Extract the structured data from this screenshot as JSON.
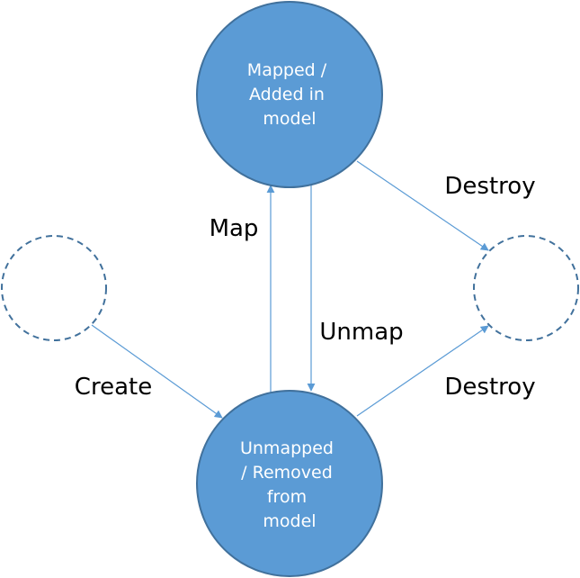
{
  "states": {
    "mapped": [
      "Mapped /",
      "Added in",
      "model"
    ],
    "unmapped": [
      "Unmapped",
      "/ Removed",
      "from",
      "model"
    ]
  },
  "edges": {
    "create": "Create",
    "map": "Map",
    "unmap": "Unmap",
    "destroy_from_mapped": "Destroy",
    "destroy_from_unmapped": "Destroy"
  },
  "colors": {
    "state_fill": "#5B9BD5",
    "state_stroke": "#41719C",
    "edge": "#5B9BD5",
    "placeholder_stroke": "#41719C"
  }
}
